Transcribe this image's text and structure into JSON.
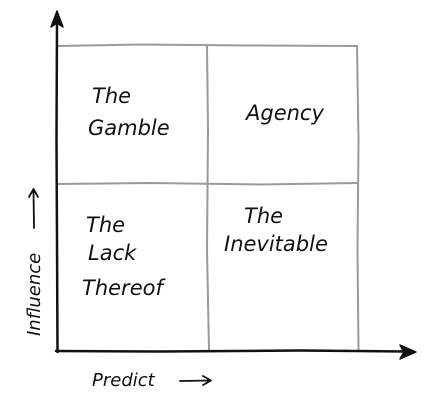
{
  "colors": {
    "ink": "#111111",
    "grid": "#9a9a9a",
    "background": "#ffffff"
  },
  "quadrants": {
    "top_left": {
      "line1": "The",
      "line2": "Gamble"
    },
    "top_right": {
      "line1": "Agency"
    },
    "bottom_left": {
      "line1": "The",
      "line2": "Lack",
      "line3": "Thereof"
    },
    "bottom_right": {
      "line1": "The",
      "line2": "Inevitable"
    }
  },
  "axes": {
    "x_label": "Predict",
    "y_label": "Influence"
  }
}
